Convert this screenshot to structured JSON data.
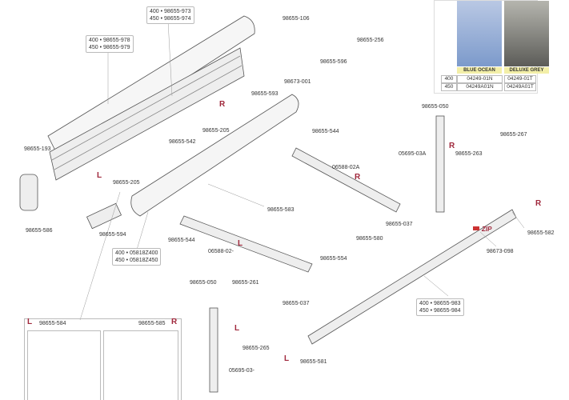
{
  "labels": {
    "roller_cover": [
      "400 • 98655-973",
      "450 • 98655-974"
    ],
    "front_profile": [
      "400 • 98655-978",
      "450 • 98655-979"
    ],
    "p106": "98655-106",
    "p256": "98655-256",
    "p596": "98655-596",
    "p001": "98673-001",
    "p593": "98655-593",
    "p205a": "98655-205",
    "p544a": "98655-544",
    "p542": "98655-542",
    "p193": "98655-193",
    "p205b": "98655-205",
    "p586": "98655-586",
    "p594": "98655-594",
    "tube": [
      "400 • 05818Z400",
      "450 • 05818Z450"
    ],
    "p544b": "98655-544",
    "arm_l": "06588-02-",
    "p583": "98655-583",
    "p050a": "98655-050",
    "p263": "98655-263",
    "p267": "98655-267",
    "leg_r": "05695-03A",
    "arm_r": "06588-02A",
    "p037a": "98655-037",
    "p580": "98655-580",
    "p554": "98655-554",
    "p582": "98655-582",
    "p098": "98673-098",
    "rail": [
      "400 • 98655-983",
      "450 • 98655-984"
    ],
    "p037b": "98655-037",
    "p050b": "98655-050",
    "p261": "98655-261",
    "p265": "98655-265",
    "p581": "98655-581",
    "leg_l": "05695-03-",
    "p584": "98655-584",
    "p585": "98655-585",
    "zip": "ZIP"
  },
  "sides": {
    "left": "L",
    "right": "R"
  },
  "fabric": {
    "columns": [
      "BLUE OCEAN",
      "DELUXE GREY"
    ],
    "rows": [
      {
        "size": "400",
        "values": [
          "04249-01N",
          "04249-01T"
        ]
      },
      {
        "size": "450",
        "values": [
          "04249A01N",
          "04249A01T"
        ]
      }
    ],
    "colors": {
      "blue": "#8fa9d4",
      "grey": "#7a7a74"
    }
  }
}
